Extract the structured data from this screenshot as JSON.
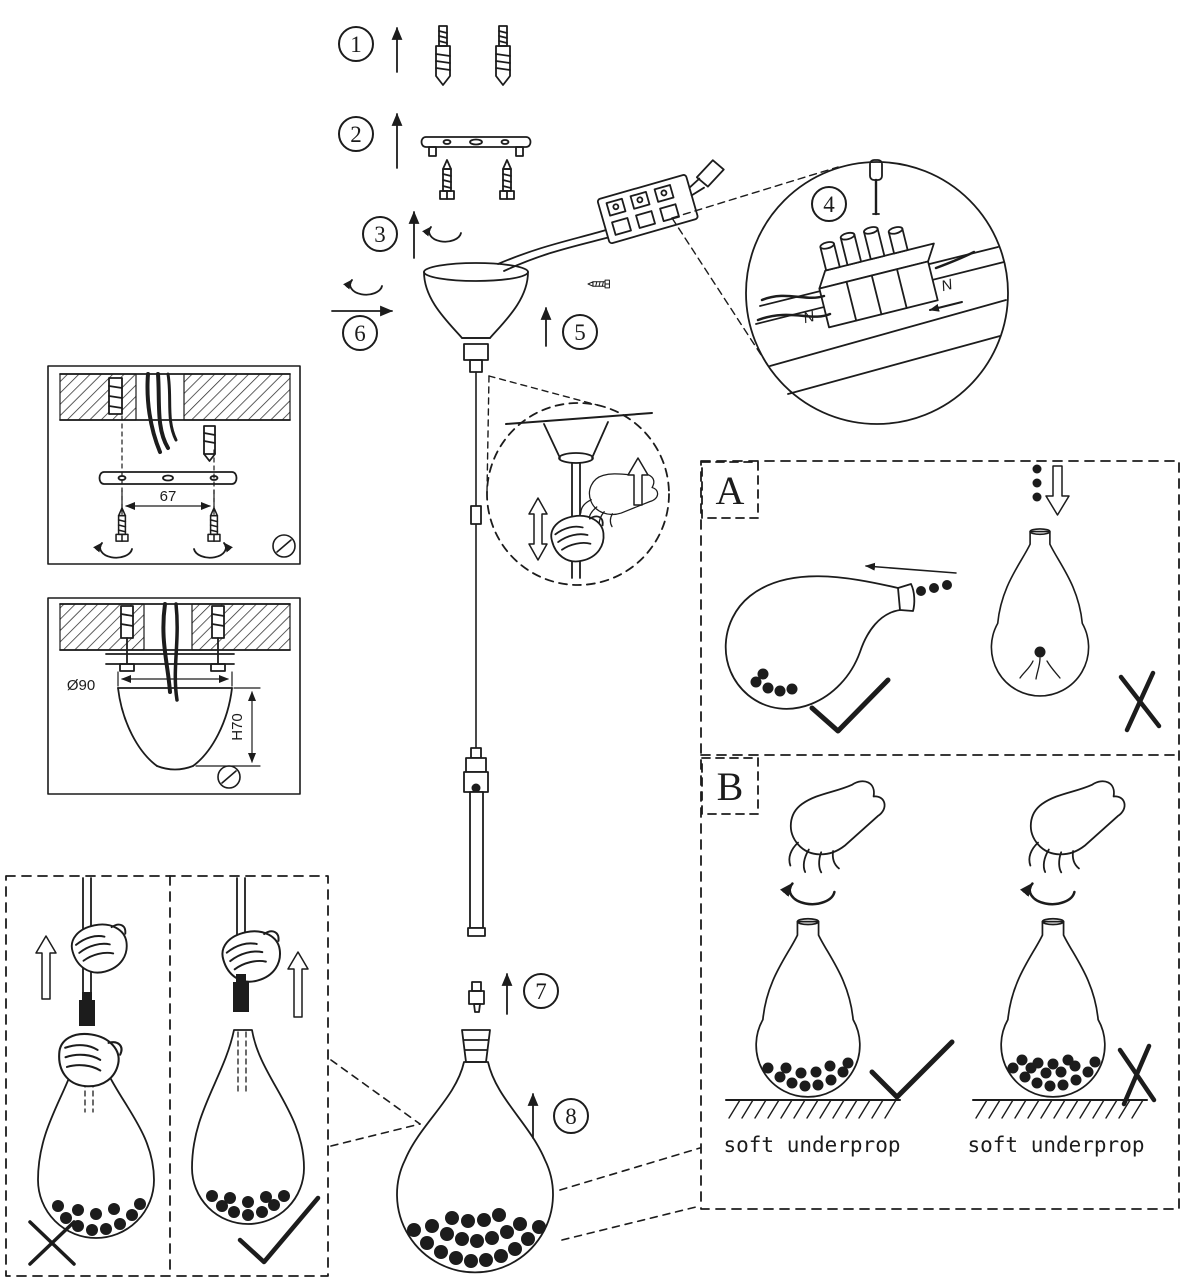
{
  "steps": {
    "s1": "1",
    "s2": "2",
    "s3": "3",
    "s4": "4",
    "s5": "5",
    "s6": "6",
    "s7": "7",
    "s8": "8"
  },
  "dims": {
    "bracket_span": "67",
    "canopy_diameter": "Ø90",
    "canopy_height": "H70"
  },
  "panels": {
    "a": "A",
    "b": "B"
  },
  "captions": {
    "left": "soft underprop",
    "right": "soft underprop"
  },
  "wires": {
    "n1": "N",
    "n2": "N"
  },
  "colors": {
    "ink": "#1c1c1c",
    "paper": "#ffffff"
  }
}
